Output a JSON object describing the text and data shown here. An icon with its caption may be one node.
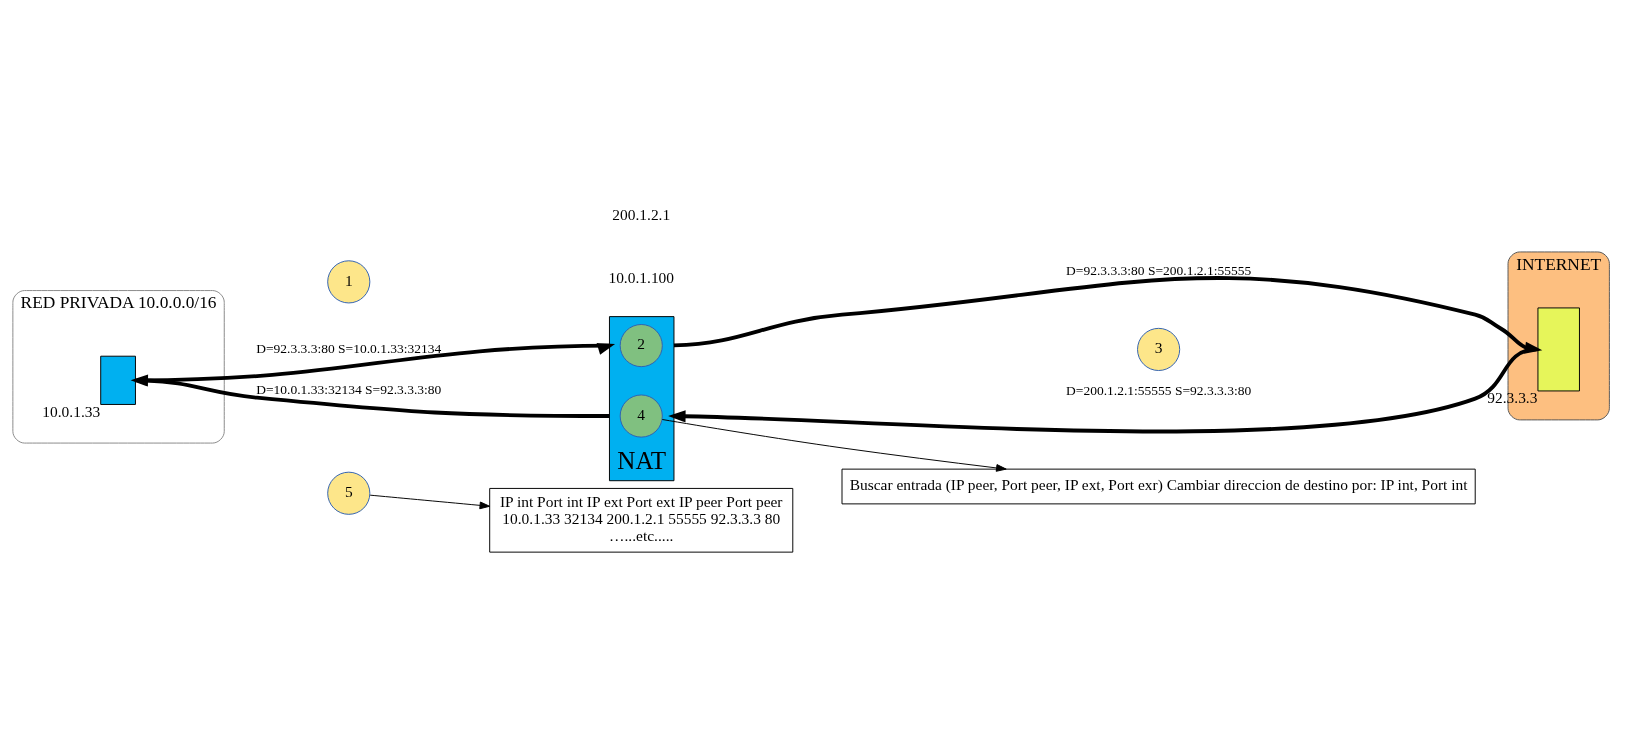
{
  "diagram": {
    "nodes": [
      {
        "text": [
          "RED PRIVADA 10.0.0.0/16"
        ]
      },
      {
        "text": [],
        "shape": "box",
        "beside": [
          "10.0.1.33"
        ],
        "in": 0
      },
      {
        "text": [
          "NAT"
        ],
        "beside": [
          "10.0.1.100",
          "200.1.2.1"
        ]
      },
      {
        "text": [
          "INTERNET"
        ]
      },
      {
        "text": [],
        "shape": "box",
        "beside": [
          "92.3.3.3"
        ],
        "in": 3
      },
      {
        "text": [
          "IP int Port int IP ext Port ext IP peer Port peer",
          "10.0.1.33 32134 200.1.2.1 55555 92.3.3.3 80",
          "…...etc....."
        ]
      },
      {
        "text": [
          "Buscar entrada (IP peer, Port peer, IP ext, Port exr) Cambiar direccion de destino por: IP int, Port int"
        ]
      },
      {
        "text": [
          "1"
        ]
      },
      {
        "text": [
          "2"
        ],
        "in": 2
      },
      {
        "text": [
          "3"
        ]
      },
      {
        "text": [
          "4"
        ],
        "in": 2
      },
      {
        "text": [
          "5"
        ]
      }
    ],
    "edges": [
      {
        "from": 1,
        "to": 2,
        "arrow": "to",
        "label": "D=92.3.3.3:80 S=10.0.1.33:32134"
      },
      {
        "from": 2,
        "to": 4,
        "arrow": "to",
        "label": "D=92.3.3.3:80 S=200.1.2.1:55555"
      },
      {
        "from": 4,
        "to": 2,
        "arrow": "to",
        "label": "D=200.1.2.1:55555 S=92.3.3.3:80"
      },
      {
        "from": 2,
        "to": 1,
        "arrow": "to",
        "label": "D=10.0.1.33:32134 S=92.3.3.3:80"
      },
      {
        "from": 11,
        "to": 5,
        "arrow": "to"
      },
      {
        "from": 10,
        "to": 6,
        "arrow": "to"
      }
    ]
  }
}
